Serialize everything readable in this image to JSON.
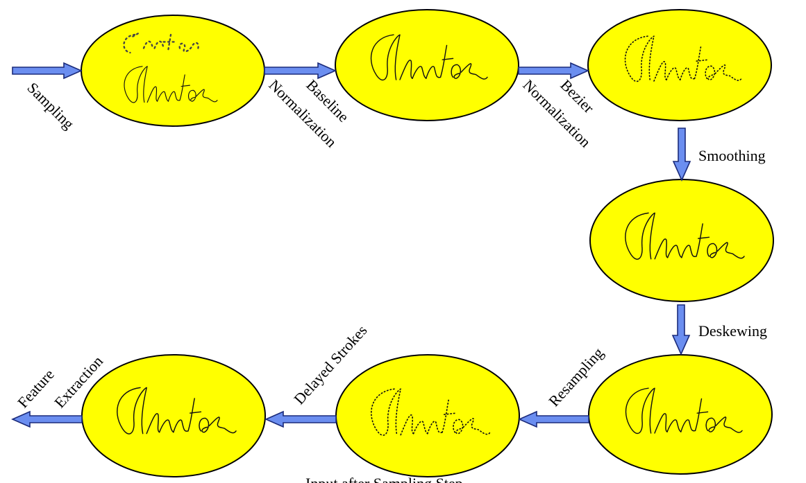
{
  "colors": {
    "node_fill": "#ffff00",
    "node_stroke": "#000000",
    "arrow_fill": "#6b8ef0",
    "arrow_stroke": "#1a2a7a"
  },
  "node_content": "handwritten word sample (image)",
  "labels": {
    "sampling": "Sampling",
    "baseline_line1": "Baseline",
    "baseline_line2": "Normalization",
    "bezier_line1": "Bezier",
    "bezier_line2": "Normalization",
    "smoothing": "Smoothing",
    "deskewing": "Deskewing",
    "resampling": "Resampling",
    "delayed_strokes": "Delayed Strokes",
    "feature_line1": "Feature",
    "feature_line2": "Extraction"
  },
  "caption": "Input after Sampling Step"
}
